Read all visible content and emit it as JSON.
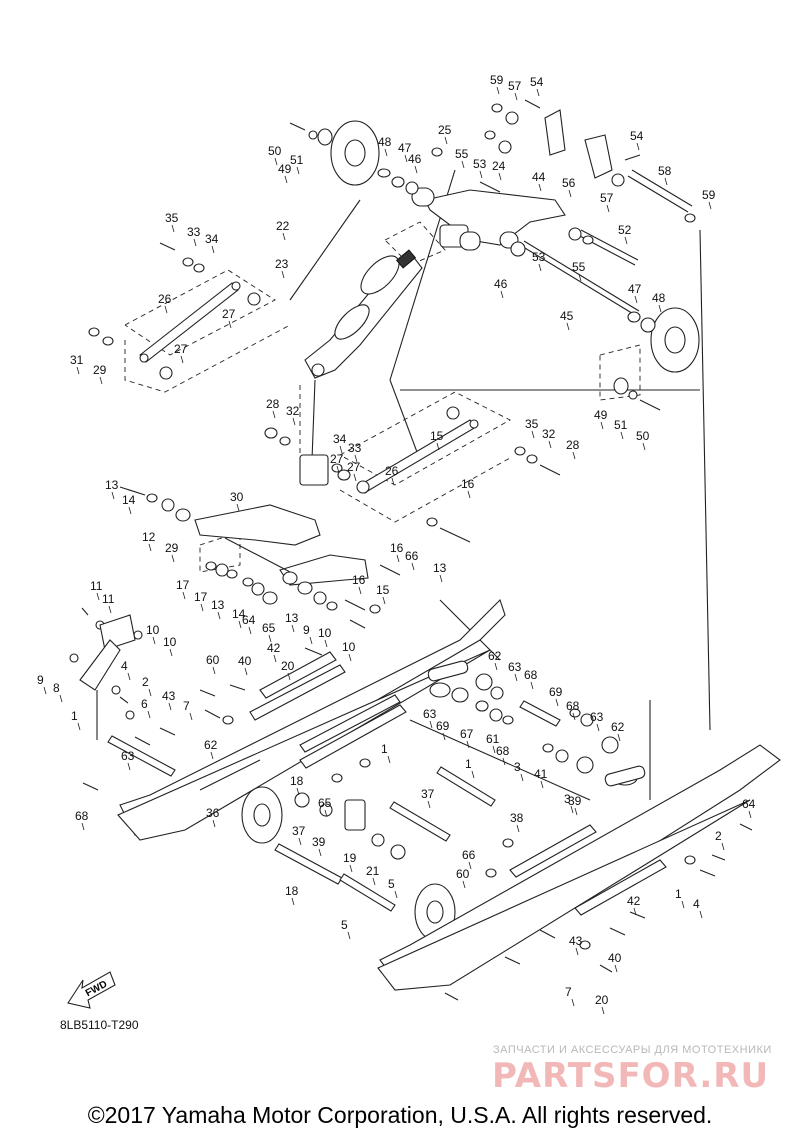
{
  "diagram_code": "8LB5110-T290",
  "fwd_label": "FWD",
  "watermark": {
    "tagline": "ЗАПЧАСТИ И АКСЕССУАРЫ ДЛЯ МОТОТЕХНИКИ",
    "logo": "PARTSFOR.RU"
  },
  "copyright": "©2017 Yamaha Motor Corporation, U.S.A. All rights reserved.",
  "callouts": [
    "59",
    "57",
    "54",
    "25",
    "55",
    "53",
    "24",
    "50",
    "51",
    "49",
    "48",
    "47",
    "46",
    "54",
    "56",
    "57",
    "58",
    "59",
    "44",
    "22",
    "23",
    "35",
    "33",
    "34",
    "52",
    "53",
    "55",
    "26",
    "27",
    "46",
    "45",
    "47",
    "48",
    "31",
    "29",
    "27",
    "49",
    "51",
    "50",
    "28",
    "32",
    "34",
    "33",
    "35",
    "32",
    "28",
    "27",
    "27",
    "26",
    "15",
    "16",
    "13",
    "14",
    "12",
    "29",
    "30",
    "66",
    "13",
    "16",
    "17",
    "17",
    "13",
    "14",
    "64",
    "65",
    "13",
    "16",
    "15",
    "9",
    "10",
    "10",
    "11",
    "11",
    "10",
    "10",
    "9",
    "8",
    "4",
    "2",
    "1",
    "60",
    "40",
    "20",
    "42",
    "43",
    "6",
    "7",
    "62",
    "63",
    "68",
    "62",
    "63",
    "68",
    "69",
    "67",
    "61",
    "68",
    "63",
    "69",
    "68",
    "63",
    "62",
    "3",
    "41",
    "3",
    "1",
    "1",
    "38",
    "18",
    "39",
    "37",
    "36",
    "37",
    "39",
    "19",
    "21",
    "5",
    "18",
    "5",
    "66",
    "60",
    "65",
    "64",
    "2",
    "1",
    "4",
    "42",
    "43",
    "40",
    "20",
    "7"
  ]
}
